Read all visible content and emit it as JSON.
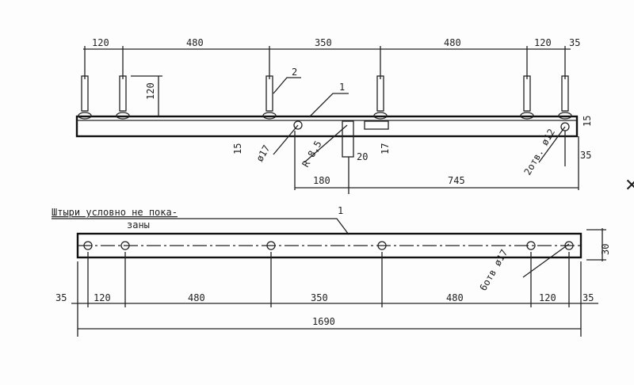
{
  "top_view": {
    "dims_top": [
      "120",
      "480",
      "350",
      "480",
      "120",
      "35"
    ],
    "height_dim": "120",
    "callout_pin": "2",
    "callout_beam": "1",
    "label_15_left": "15",
    "hole_dia": "ø17",
    "radius": "R 8,5",
    "slot_width": "20",
    "slot_depth": "17",
    "dims_bottom": [
      "180",
      "745"
    ],
    "holes_note": "2отв. ø12",
    "right_15": "15",
    "right_35": "35"
  },
  "bottom_view": {
    "note_line1": "Штыри условно не пока-",
    "note_line2": "заны",
    "callout_beam": "1",
    "holes_note": "6отв ø17",
    "height_dim": "30",
    "dims": [
      "35",
      "120",
      "480",
      "350",
      "480",
      "120",
      "35"
    ],
    "total": "1690"
  }
}
